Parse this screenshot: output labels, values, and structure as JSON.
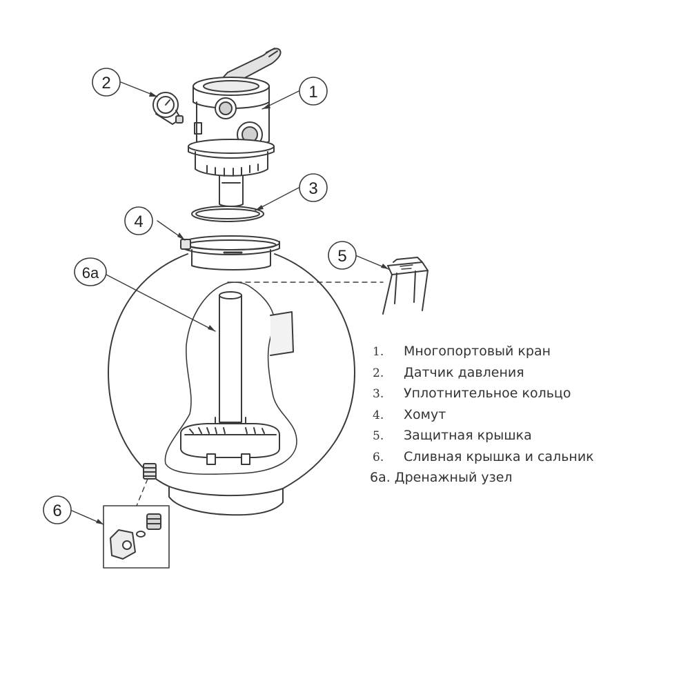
{
  "callouts": {
    "c1": "1",
    "c2": "2",
    "c3": "3",
    "c4": "4",
    "c5": "5",
    "c6": "6",
    "c6a": "6а"
  },
  "legend": [
    {
      "num": "1.",
      "text": "Многопортовый кран"
    },
    {
      "num": "2.",
      "text": "Датчик давления"
    },
    {
      "num": "3.",
      "text": "Уплотнительное кольцо"
    },
    {
      "num": "4.",
      "text": "Хомут"
    },
    {
      "num": "5.",
      "text": "Защитная крышка"
    },
    {
      "num": "6.",
      "text": "Сливная крышка и сальник"
    },
    {
      "num": "6а.",
      "text": "Дренажный узел"
    }
  ],
  "colors": {
    "line": "#3a3a3a",
    "fill": "#ffffff",
    "shade": "#d8d8d8"
  }
}
